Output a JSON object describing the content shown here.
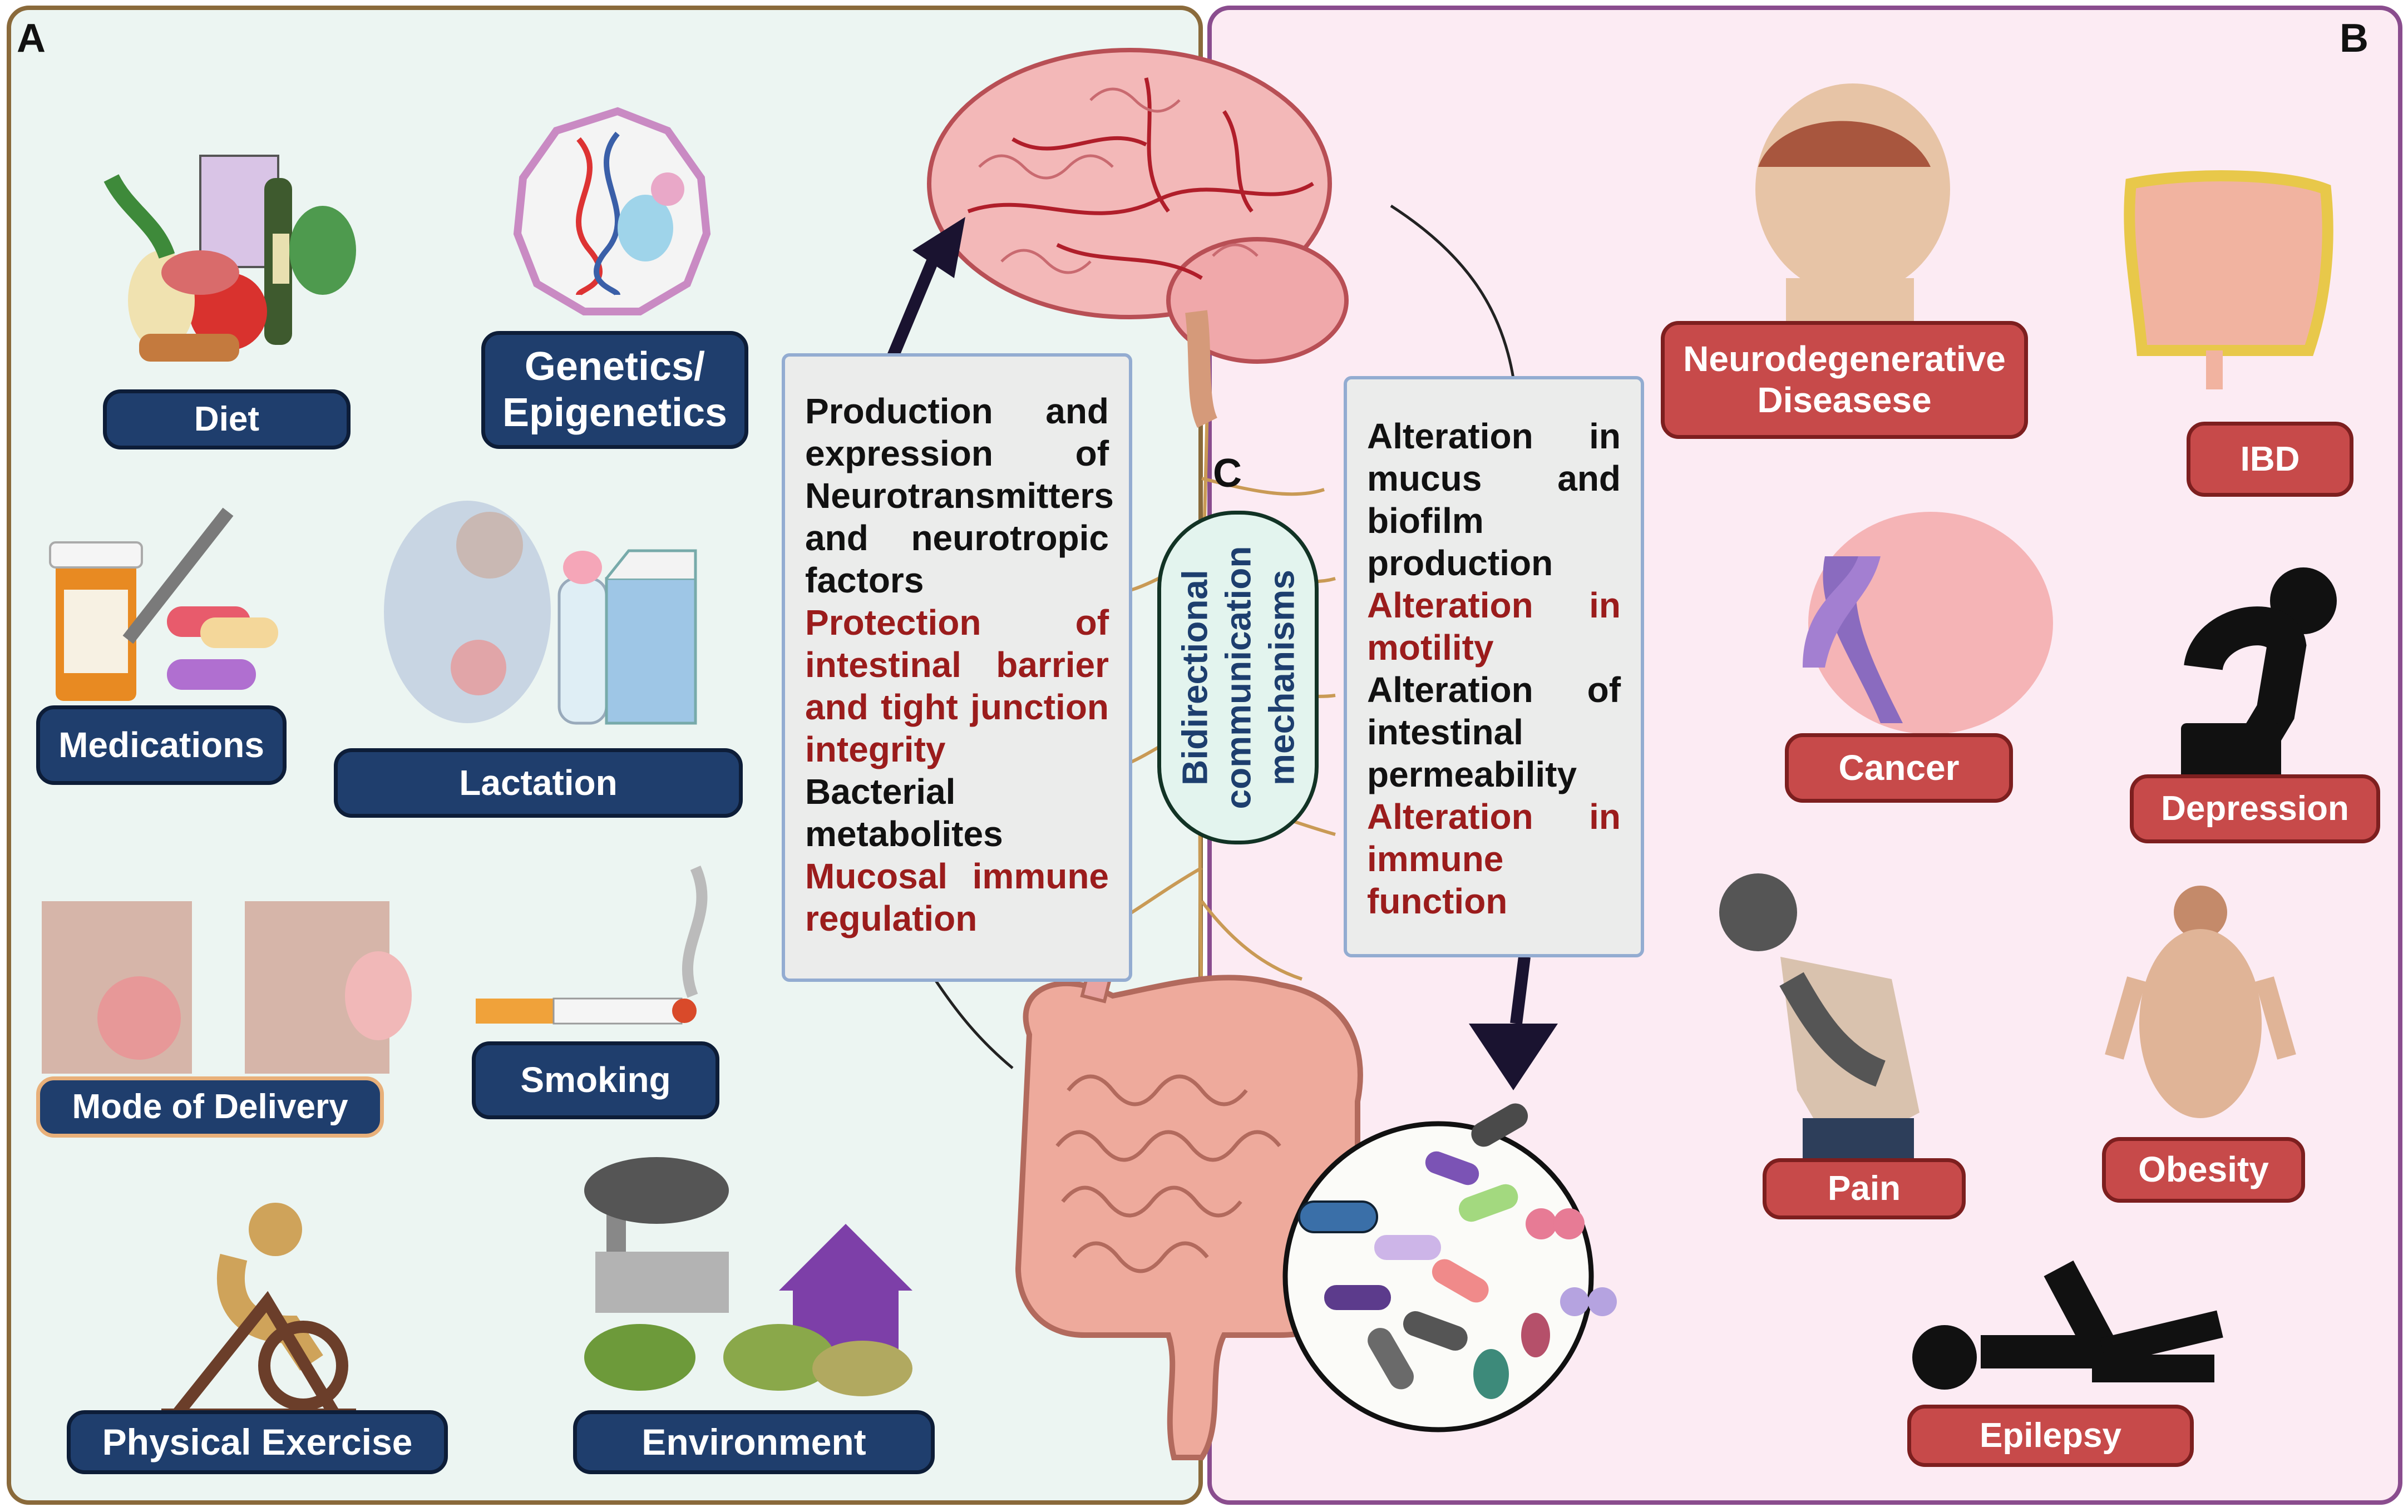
{
  "panels": {
    "a_letter": "A",
    "b_letter": "B",
    "c_letter": "C"
  },
  "factors": {
    "diet": "Diet",
    "genetics": "Genetics/ Epigenetics",
    "medications": "Medications",
    "lactation": "Lactation",
    "mode_of_delivery": "Mode of Delivery",
    "smoking": "Smoking",
    "physical_exercise": "Physical Exercise",
    "environment": "Environment"
  },
  "gut_to_brain": [
    {
      "text": "Production and",
      "red": false
    },
    {
      "text": "expression of",
      "red": false
    },
    {
      "text": "Neurotransmitters",
      "red": false
    },
    {
      "text": "and neurotropic",
      "red": false
    },
    {
      "text": "factors",
      "red": false,
      "last": true
    },
    {
      "text": "Protection of",
      "red": true
    },
    {
      "text": "intestinal barrier",
      "red": true
    },
    {
      "text": "and tight junction",
      "red": true
    },
    {
      "text": "integrity",
      "red": true,
      "last": true
    },
    {
      "text": "Bacterial",
      "red": false,
      "last": true
    },
    {
      "text": "metabolites",
      "red": false,
      "last": true
    },
    {
      "text": "Mucosal immune",
      "red": true
    },
    {
      "text": "regulation",
      "red": true,
      "last": true
    }
  ],
  "brain_to_gut": [
    {
      "text": "Alteration in",
      "red": false
    },
    {
      "text": "mucus and",
      "red": false
    },
    {
      "text": "biofilm",
      "red": false,
      "last": true
    },
    {
      "text": "production",
      "red": false,
      "last": true
    },
    {
      "text": "Alteration in",
      "red": true
    },
    {
      "text": "motility",
      "red": true,
      "last": true
    },
    {
      "text": "Alteration of",
      "red": false
    },
    {
      "text": "intestinal",
      "red": false,
      "last": true
    },
    {
      "text": "permeability",
      "red": false,
      "last": true
    },
    {
      "text": "Alteration in",
      "red": true
    },
    {
      "text": "immune",
      "red": true,
      "last": true
    },
    {
      "text": "function",
      "red": true,
      "last": true
    }
  ],
  "mechanisms": {
    "line1": "Bidirectional",
    "line2": "communication",
    "line3": "mechanisms"
  },
  "diseases": {
    "neuro": "Neurodegenerative Diseasese",
    "ibd": "IBD",
    "cancer": "Cancer",
    "depression": "Depression",
    "pain": "Pain",
    "obesity": "Obesity",
    "epilepsy": "Epilepsy"
  },
  "colors": {
    "panel_a_bg": "#ecf5f2",
    "panel_b_bg": "#fcebf3",
    "blue_label": "#1f3e6d",
    "red_label": "#c74a4a",
    "red_text": "#9b1c1c"
  }
}
